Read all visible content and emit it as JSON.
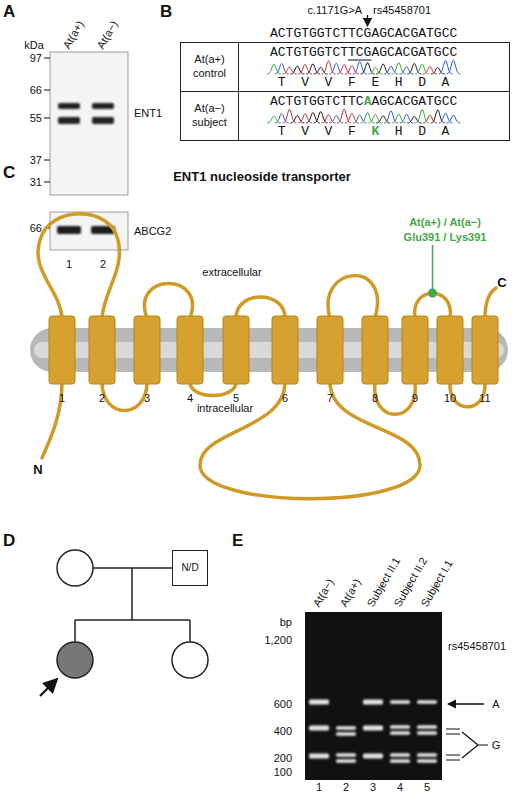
{
  "diagram": {
    "nodes": [
      {
        "text": [
          "At(a+) control",
          "ACTGTGGTCTTCGAGCACGATGCC",
          "T V V F E H D A"
        ]
      },
      {
        "text": [
          "At(a−) subject",
          "ACTGTGGTCTTC",
          "A",
          "AGCACGATGCC",
          "T V V F",
          "K",
          "H D A"
        ]
      },
      {
        "text": [
          "N/D"
        ]
      }
    ],
    "labels": [
      "A",
      "At(a+)",
      "At(a−)",
      "kDa",
      "97",
      "66",
      "55",
      "37",
      "31",
      "ENT1",
      "66",
      "ABCG2",
      "1",
      "2",
      "B",
      "c.1171G>A",
      "rs45458701",
      "ACTGTGGTCTTCGAGCACGATGCC",
      "C",
      "ENT1 nucleoside transporter",
      "extracellular",
      "intracellular",
      "At(a+) / At(a−)",
      "Glu391 / Lys391",
      "N",
      "C",
      "1",
      "2",
      "3",
      "4",
      "5",
      "6",
      "7",
      "8",
      "9",
      "10",
      "11",
      "D",
      "E",
      "bp",
      "1,200",
      "600",
      "400",
      "200",
      "100",
      "At(a−)",
      "At(a+)",
      "Subject II.1",
      "Subject II.2",
      "Subject I.1",
      "rs45458701",
      "A",
      "G",
      "1",
      "2",
      "3",
      "4",
      "5"
    ]
  }
}
